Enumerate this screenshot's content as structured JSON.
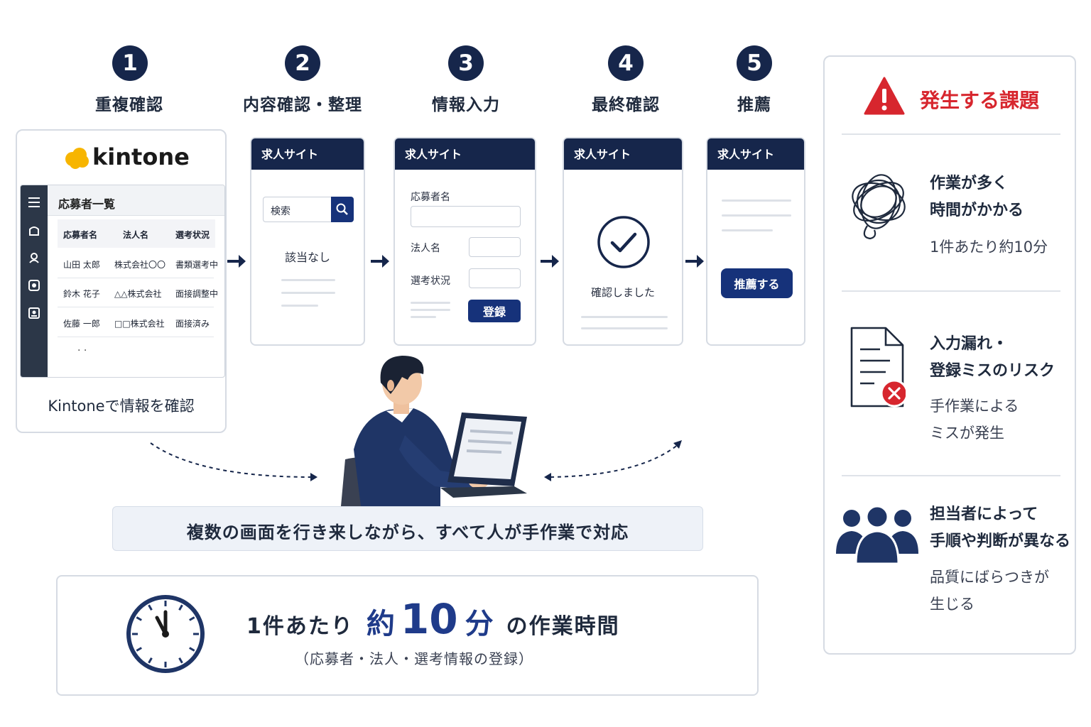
{
  "steps": [
    {
      "num": "1",
      "label": "重複確認"
    },
    {
      "num": "2",
      "label": "内容確認・整理"
    },
    {
      "num": "3",
      "label": "情報入力"
    },
    {
      "num": "4",
      "label": "最終確認"
    },
    {
      "num": "5",
      "label": "推薦"
    }
  ],
  "kintone": {
    "logo": "kintone",
    "list_title": "応募者一覧",
    "columns": [
      "応募者名",
      "法人名",
      "選考状況"
    ],
    "rows": [
      [
        "山田 太郎",
        "株式会社〇〇",
        "書類選考中"
      ],
      [
        "鈴木 花子",
        "△△株式会社",
        "面接調整中"
      ],
      [
        "佐藤 一郎",
        "□□株式会社",
        "面接済み"
      ]
    ],
    "ellipsis": "· ·",
    "caption": "Kintoneで情報を確認"
  },
  "site_header": "求人サイト",
  "search_card": {
    "placeholder": "検索",
    "result": "該当なし"
  },
  "form_card": {
    "field1": "応募者名",
    "field2": "法人名",
    "field3": "選考状況",
    "button": "登録"
  },
  "confirm_card": {
    "text": "確認しました"
  },
  "recommend_card": {
    "button": "推薦する"
  },
  "banner": "複数の画面を行き来しながら、すべて人が手作業で対応",
  "time_box": {
    "prefix": "1件あたり",
    "approx": "約",
    "number": "10",
    "unit": "分",
    "suffix": "の作業時間",
    "note": "（応募者・法人・選考情報の登録）"
  },
  "issues": {
    "title": "発生する課題",
    "items": [
      {
        "title_l1": "作業が多く",
        "title_l2": "時間がかかる",
        "sub_l1": "1件あたり約10分",
        "sub_l2": ""
      },
      {
        "title_l1": "入力漏れ・",
        "title_l2": "登録ミスのリスク",
        "sub_l1": "手作業による",
        "sub_l2": "ミスが発生"
      },
      {
        "title_l1": "担当者によって",
        "title_l2": "手順や判断が異なる",
        "sub_l1": "品質にばらつきが",
        "sub_l2": "生じる"
      }
    ]
  },
  "colors": {
    "navy": "#16264b",
    "button_blue": "#16327a",
    "alert_red": "#d7262e",
    "kintone_yellow": "#f7b500"
  }
}
